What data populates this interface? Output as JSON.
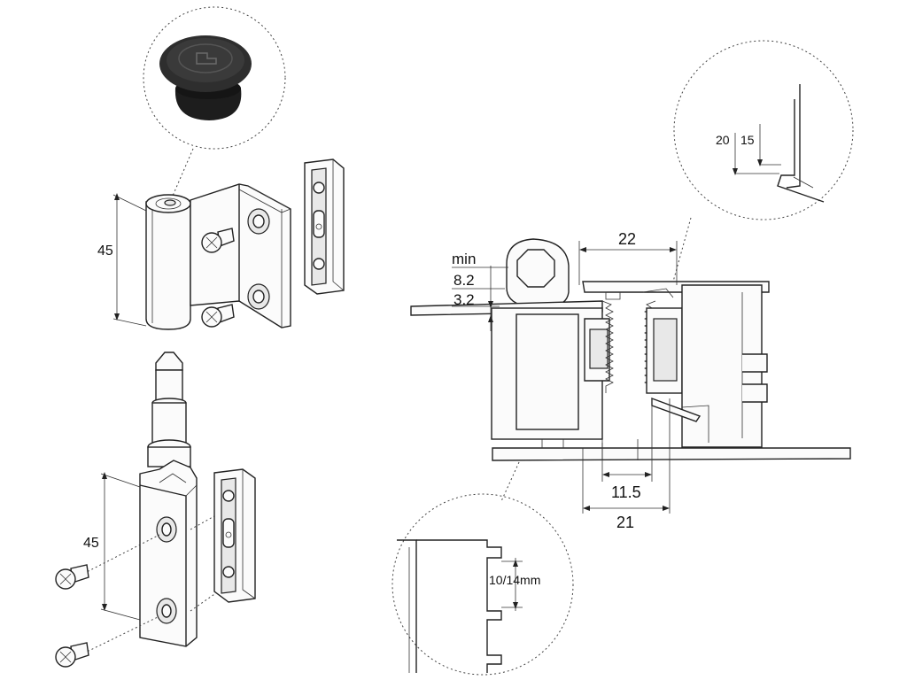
{
  "left": {
    "upper_height": "45",
    "lower_height": "45"
  },
  "right": {
    "min_label": "min",
    "gap_top": "8.2",
    "gap_bottom": "3.2",
    "top_width": "22",
    "inner_width": "11.5",
    "outer_width": "21",
    "detail_top_a": "20",
    "detail_top_b": "15",
    "detail_bottom": "10/14mm"
  },
  "colors": {
    "ink": "#222222",
    "background": "#ffffff",
    "cap": "#2a2a2a"
  }
}
